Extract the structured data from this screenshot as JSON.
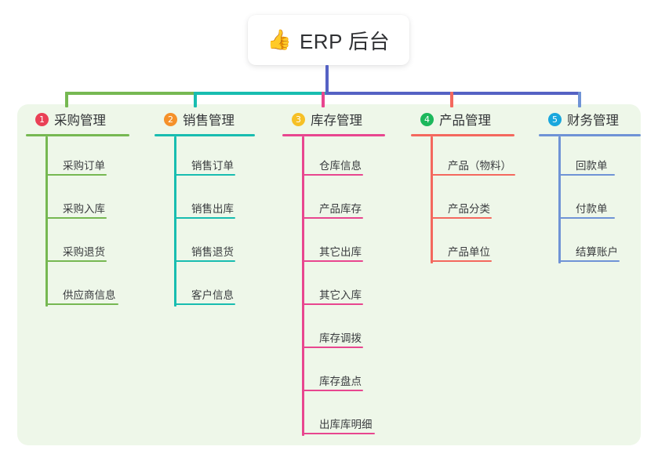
{
  "root": {
    "icon": "thumbs-up-emoji",
    "emoji": "👍",
    "title": "ERP 后台"
  },
  "palette": {
    "panel_bg": "#eef7e9",
    "canvas_bg": "#ffffff",
    "root_stem": "#5562c4",
    "bus": "#5562c4",
    "branch_1": "#76b852",
    "branch_2": "#18bdb0",
    "branch_3": "#e8468f",
    "branch_4": "#f4685e",
    "branch_5": "#6f93d6",
    "badge_1": "#ea4056",
    "badge_2": "#f5912a",
    "badge_3": "#f6c026",
    "badge_4": "#1cb85c",
    "badge_5": "#19a7dd"
  },
  "branches": [
    {
      "number": "1",
      "title": "采购管理",
      "badge_color": "#ea4056",
      "line_color": "#76b852",
      "items": [
        "采购订单",
        "采购入库",
        "采购退货",
        "供应商信息"
      ]
    },
    {
      "number": "2",
      "title": "销售管理",
      "badge_color": "#f5912a",
      "line_color": "#18bdb0",
      "items": [
        "销售订单",
        "销售出库",
        "销售退货",
        "客户信息"
      ]
    },
    {
      "number": "3",
      "title": "库存管理",
      "badge_color": "#f6c026",
      "line_color": "#e8468f",
      "items": [
        "仓库信息",
        "产品库存",
        "其它出库",
        "其它入库",
        "库存调拨",
        "库存盘点",
        "出库库明细"
      ]
    },
    {
      "number": "4",
      "title": "产品管理",
      "badge_color": "#1cb85c",
      "line_color": "#f4685e",
      "items": [
        "产品（物料）",
        "产品分类",
        "产品单位"
      ]
    },
    {
      "number": "5",
      "title": "财务管理",
      "badge_color": "#19a7dd",
      "line_color": "#6f93d6",
      "items": [
        "回款单",
        "付款单",
        "结算账户"
      ]
    }
  ]
}
